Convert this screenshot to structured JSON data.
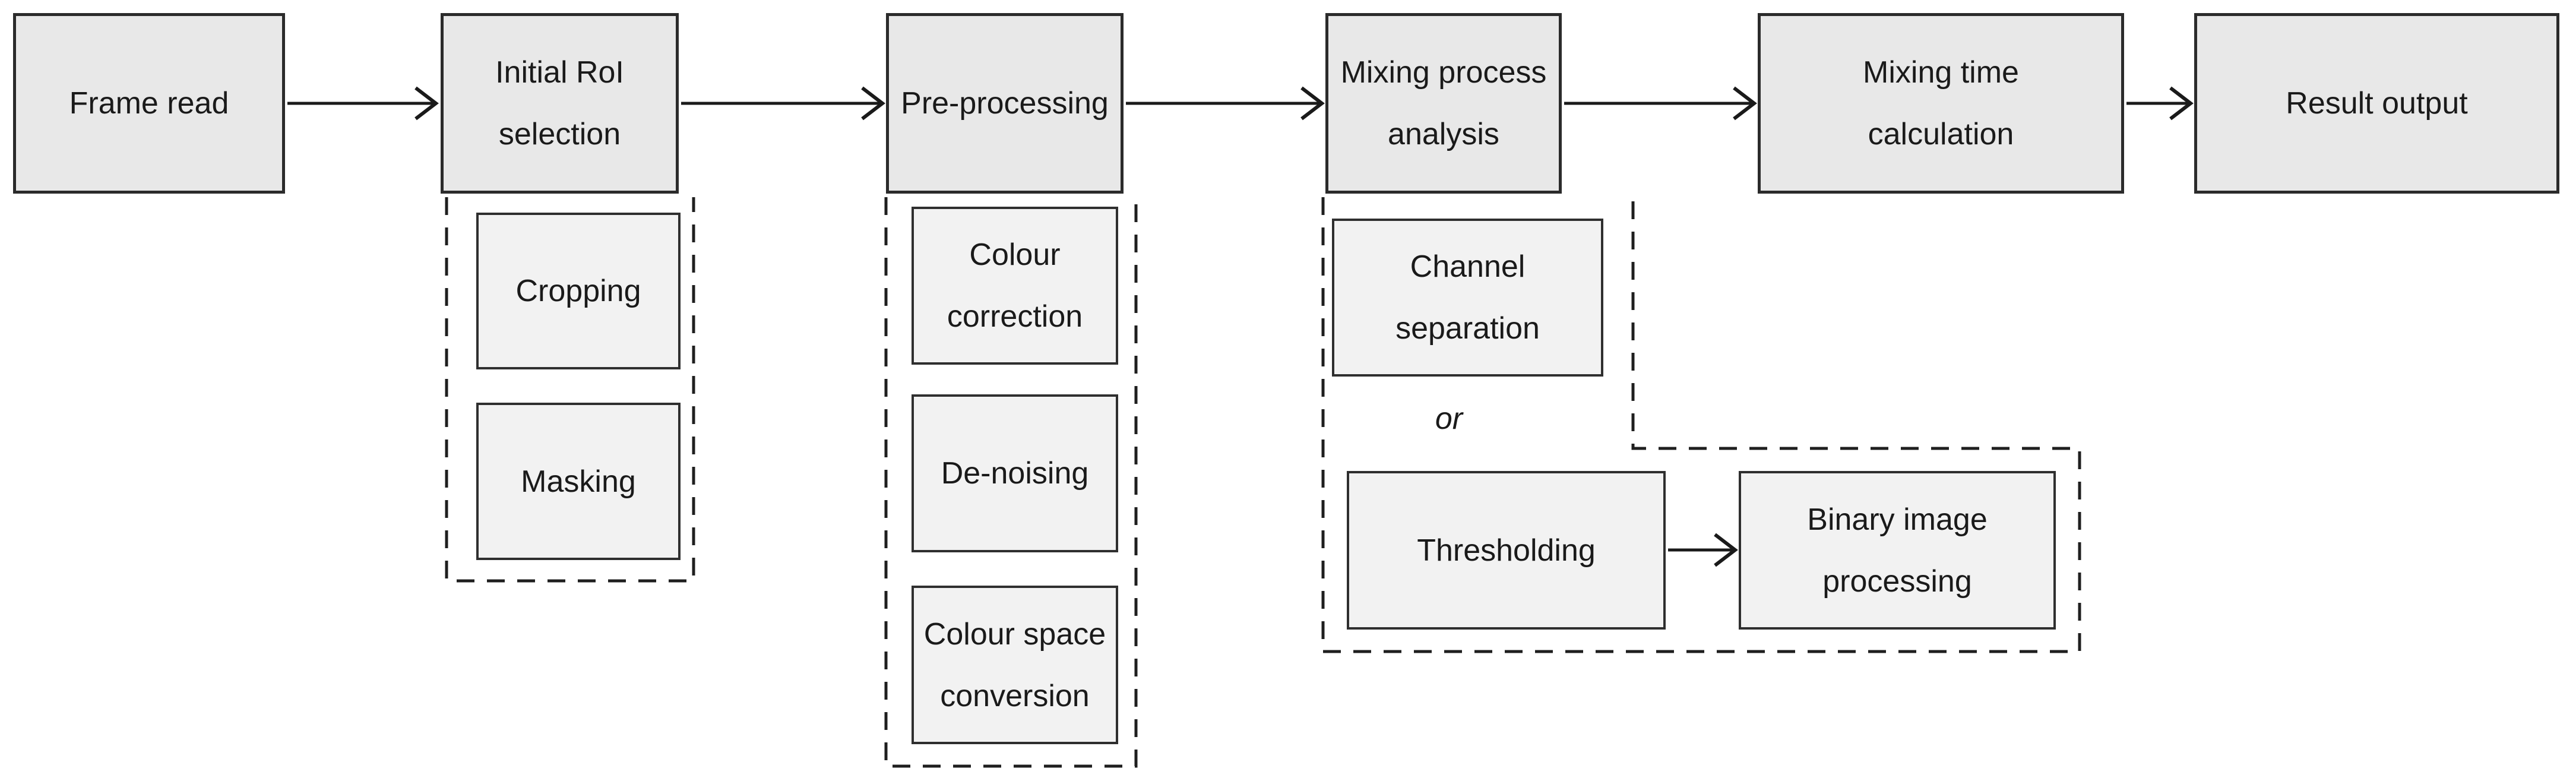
{
  "colors": {
    "background": "#ffffff",
    "main_box_fill": "#e8e8e8",
    "sub_box_fill": "#f2f2f2",
    "border": "#2b2b2b",
    "line_and_text": "#1a1a1a"
  },
  "flow": [
    {
      "label": "Frame read"
    },
    {
      "label": "Initial RoI\nselection"
    },
    {
      "label": "Pre-processing"
    },
    {
      "label": "Mixing process\nanalysis"
    },
    {
      "label": "Mixing time\ncalculation"
    },
    {
      "label": "Result output"
    }
  ],
  "roi_group": {
    "items": [
      {
        "label": "Cropping"
      },
      {
        "label": "Masking"
      }
    ]
  },
  "preprocessing_group": {
    "items": [
      {
        "label": "Colour\ncorrection"
      },
      {
        "label": "De-noising"
      },
      {
        "label": "Colour space\nconversion"
      }
    ]
  },
  "mixing_group": {
    "or_label": "or",
    "items": [
      {
        "label": "Channel\nseparation"
      },
      {
        "label": "Thresholding"
      },
      {
        "label": "Binary image\nprocessing"
      }
    ]
  }
}
